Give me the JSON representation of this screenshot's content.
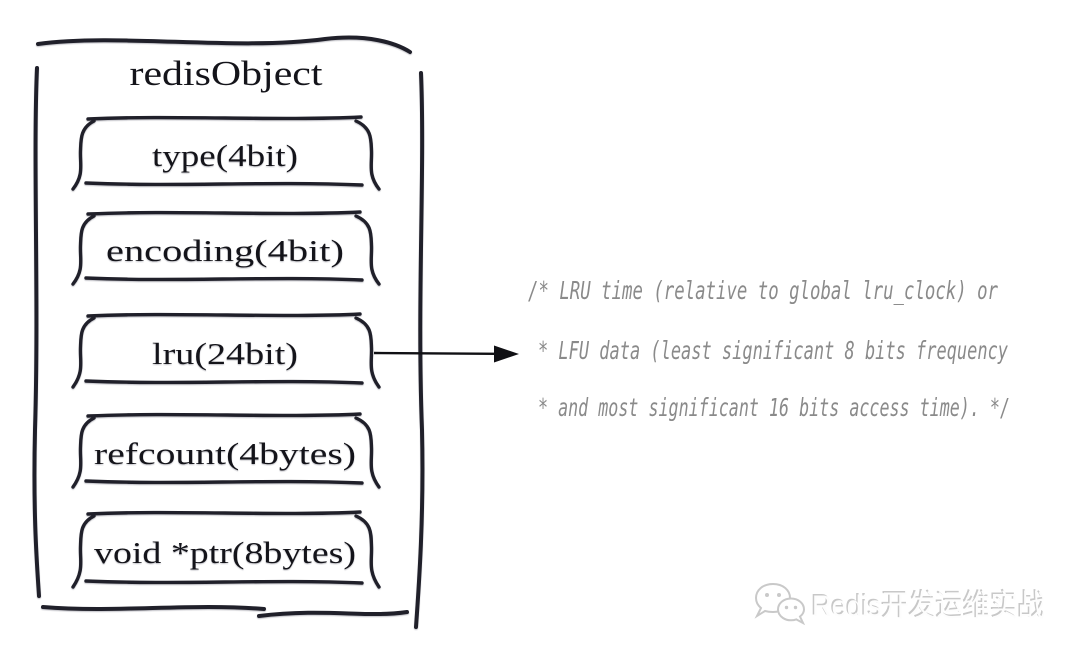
{
  "diagram": {
    "title": "redisObject",
    "fields": [
      {
        "label": "type(4bit)"
      },
      {
        "label": "encoding(4bit)"
      },
      {
        "label": "lru(24bit)"
      },
      {
        "label": "refcount(4bytes)"
      },
      {
        "label": "void *ptr(8bytes)"
      }
    ],
    "annotation": {
      "arrow_from_field": "lru(24bit)",
      "lines": [
        "/* LRU time (relative to global lru_clock) or",
        "* LFU data (least significant 8 bits frequency",
        "* and most significant 16 bits access time). */"
      ]
    }
  },
  "watermark": {
    "icon": "wechat-icon",
    "text": "Redis开发运维实战"
  },
  "colors": {
    "ink": "#20202a",
    "label_text": "#14141a",
    "annotation_text": "#8a8a8a",
    "watermark_edge": "#c9c9c9",
    "watermark_fill": "#fdfdfd",
    "background": "#ffffff"
  }
}
